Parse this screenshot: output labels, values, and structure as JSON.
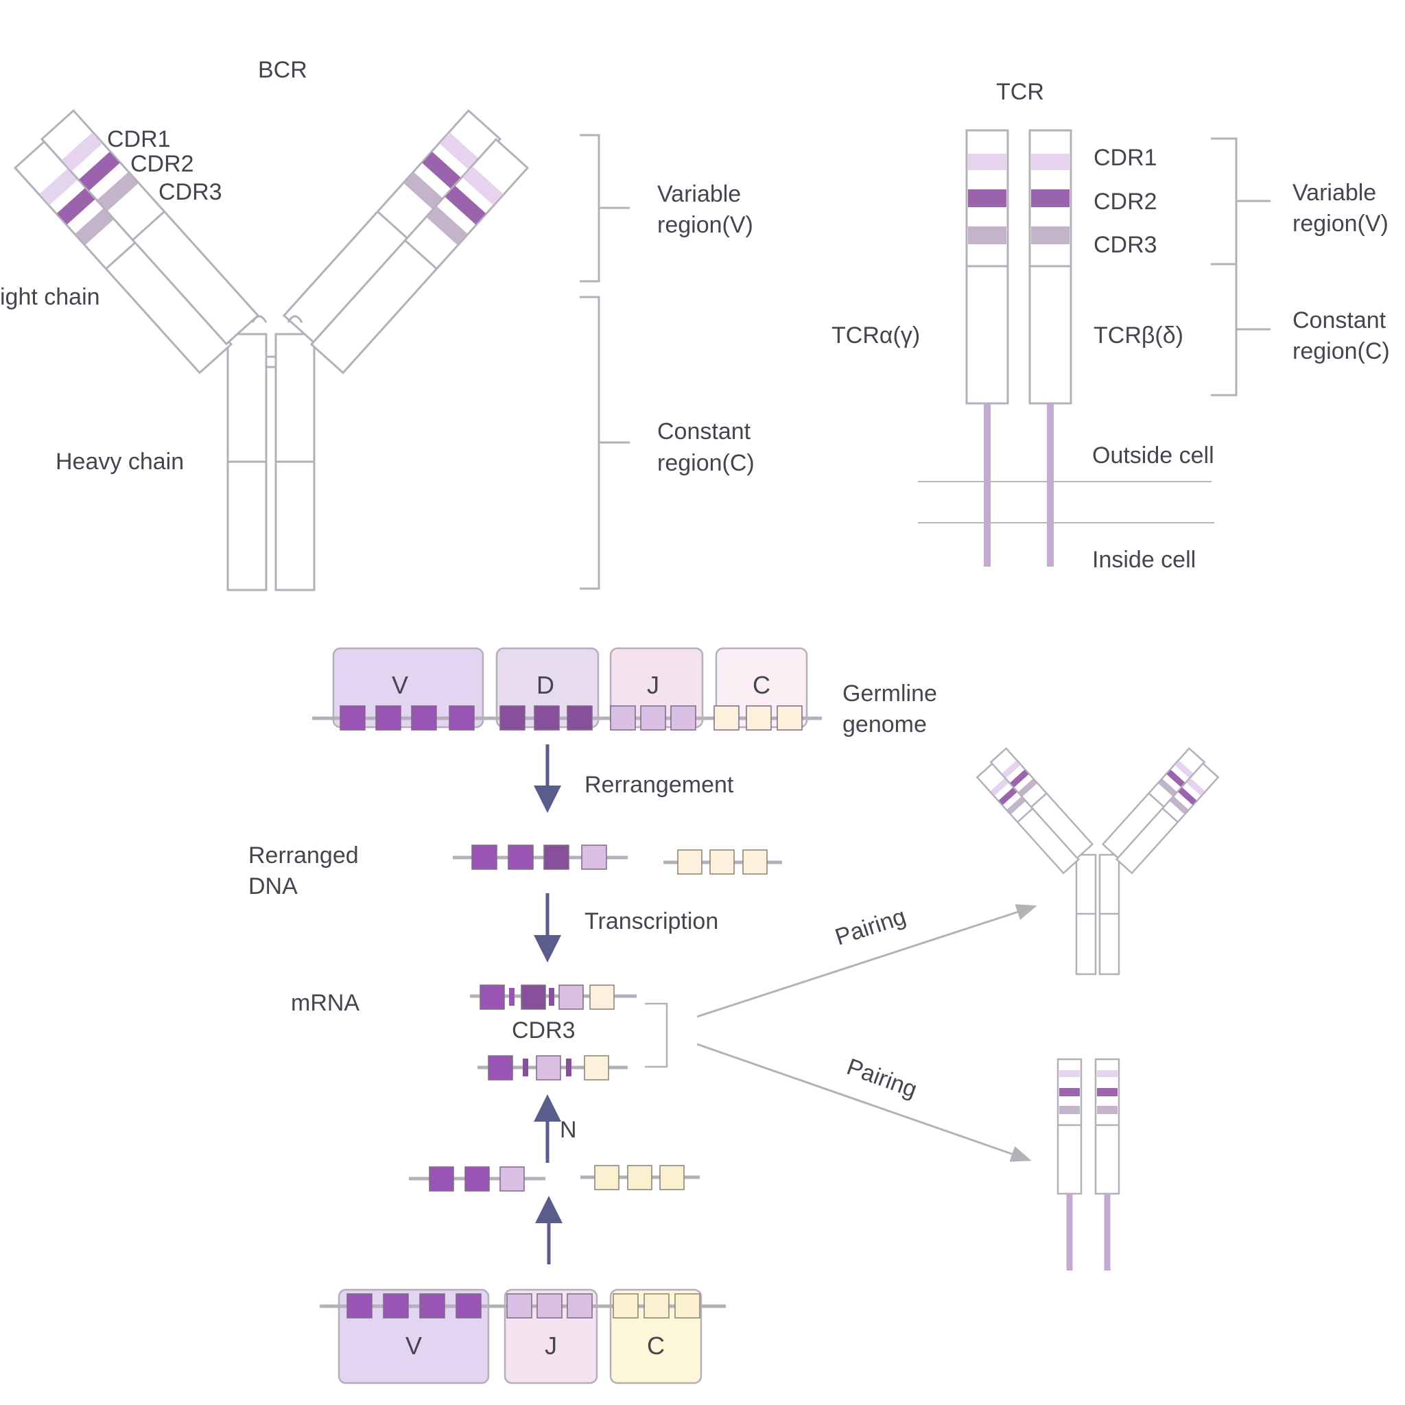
{
  "colors": {
    "outline": "#b3b0bb",
    "cdr1": "#e6d4ef",
    "cdr2": "#9b63ad",
    "cdr3": "#c3b4c9",
    "segment_v_dark": "#9a55b4",
    "segment_d_dark": "#88509a",
    "segment_j": "#d9bfe4",
    "segment_c": "#fbf1dc",
    "segment_c2": "#fbf0cf",
    "box_v": "#e3d5f1",
    "box_d": "#e7dbef",
    "box_j": "#f5e2ef",
    "box_c": "#fbeef4",
    "box_c2": "#fdf6d8",
    "arrow": "#5a5d8c",
    "pair_arrow": "#b3b3b7",
    "stem": "#c4a9d1"
  },
  "bcr": {
    "title": "BCR",
    "cdr1": "CDR1",
    "cdr2": "CDR2",
    "cdr3": "CDR3",
    "light_chain": "ight chain",
    "heavy_chain": "Heavy chain",
    "variable_line1": "Variable",
    "variable_line2": "region(V)",
    "constant_line1": "Constant",
    "constant_line2": "region(C)"
  },
  "tcr": {
    "title": "TCR",
    "cdr1": "CDR1",
    "cdr2": "CDR2",
    "cdr3": "CDR3",
    "alpha": "TCRα(γ)",
    "beta": "TCRβ(δ)",
    "variable_line1": "Variable",
    "variable_line2": "region(V)",
    "constant_line1": "Constant",
    "constant_line2": "region(C)",
    "outside": "Outside cell",
    "inside": "Inside cell"
  },
  "genome": {
    "segments_top": [
      "V",
      "D",
      "J",
      "C"
    ],
    "germline_line1": "Germline",
    "germline_line2": "genome",
    "rearrangement": "Rerrangement",
    "rearranged_line1": "Rerranged",
    "rearranged_line2": "DNA",
    "transcription": "Transcription",
    "mrna": "mRNA",
    "cdr3": "CDR3",
    "n": "N",
    "segments_bottom": [
      "V",
      "J",
      "C"
    ],
    "pairing_upper": "Pairing",
    "pairing_lower": "Pairing"
  }
}
